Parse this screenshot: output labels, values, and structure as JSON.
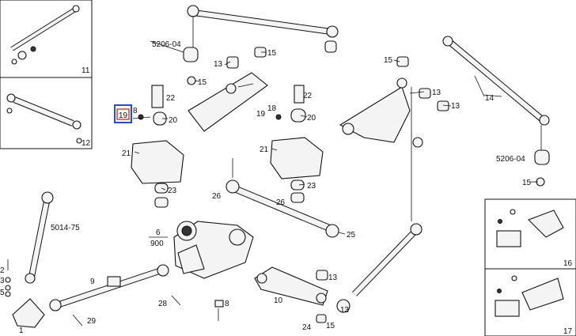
{
  "labels": {
    "p1": "1",
    "p2": "2",
    "p3": "3",
    "p5": "5",
    "p6": "6",
    "p8a": "8",
    "p8b": "8",
    "p9": "9",
    "p10": "10",
    "p11": "11",
    "p12": "12",
    "p13a": "13",
    "p13b": "13",
    "p13c": "13",
    "p13d": "13",
    "p13e": "13",
    "p14": "14",
    "p15a": "15",
    "p15b": "15",
    "p15c": "15",
    "p15d": "15",
    "p15e": "15",
    "p16": "16",
    "p17": "17",
    "p18": "18",
    "p19a": "19",
    "p19b": "19",
    "p20a": "20",
    "p20b": "20",
    "p21a": "21",
    "p21b": "21",
    "p22a": "22",
    "p22b": "22",
    "p23a": "23",
    "p23b": "23",
    "p24": "24",
    "p25": "25",
    "p26a": "26",
    "p26b": "26",
    "p28": "28",
    "p29": "29",
    "p900": "900",
    "code_5206_top": "5206-04",
    "code_5206_right": "5206-04",
    "code_5014": "5014-75"
  },
  "highlight": {
    "label": "19",
    "color": "#1f4fd6",
    "inner_color": "#e0201c"
  }
}
